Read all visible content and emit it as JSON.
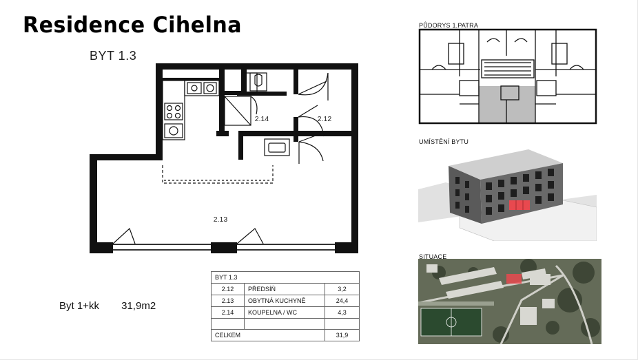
{
  "document": {
    "title": "Residence Cihelna",
    "unit_label": "BYT 1.3",
    "summary": {
      "type": "Byt 1+kk",
      "area": "31,9m2"
    }
  },
  "plan": {
    "rooms": [
      {
        "id": "2.14"
      },
      {
        "id": "2.12"
      },
      {
        "id": "2.13"
      }
    ]
  },
  "room_table": {
    "header": "BYT 1.3",
    "rows": [
      {
        "num": "2.12",
        "name": "PŘEDSÍŇ",
        "area": "3,2"
      },
      {
        "num": "2.13",
        "name": "OBYTNÁ KUCHYNĚ",
        "area": "24,4"
      },
      {
        "num": "2.14",
        "name": "KOUPELNA / WC",
        "area": "4,3"
      }
    ],
    "total_label": "CELKEM",
    "total_value": "31,9"
  },
  "sections": {
    "floorplan_label": "PŮDORYS 1.PATRA",
    "location_label": "UMÍSTĚNÍ BYTU",
    "site_label": "SITUACE"
  },
  "colors": {
    "wall": "#111111",
    "highlight_unit": "#e8494f",
    "shaded_unit": "#bdbdbd",
    "map_base": "#5b6250"
  }
}
